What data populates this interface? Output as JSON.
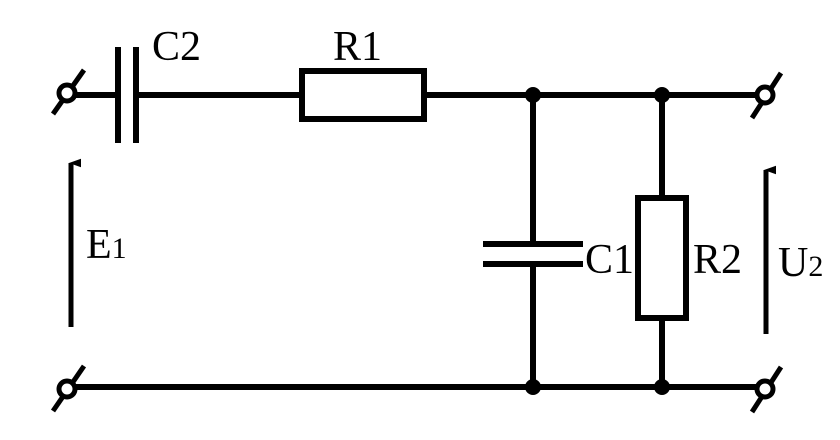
{
  "components": {
    "c2": {
      "letter": "C",
      "index": "2"
    },
    "r1": {
      "letter": "R",
      "index": "1"
    },
    "c1": {
      "letter": "C",
      "index": "1"
    },
    "r2": {
      "letter": "R",
      "index": "2"
    }
  },
  "input_voltage": {
    "letter": "E",
    "index": "1"
  },
  "output_voltage": {
    "letter": "U",
    "index": "2"
  },
  "colors": {
    "stroke": "#000000",
    "background": "#ffffff"
  }
}
